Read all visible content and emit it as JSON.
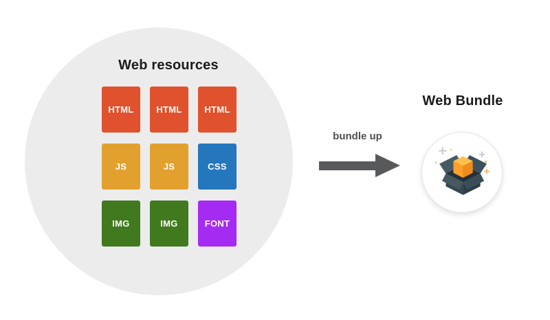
{
  "resources": {
    "title": "Web resources",
    "tiles": [
      {
        "label": "HTML",
        "color": "#e0522d"
      },
      {
        "label": "HTML",
        "color": "#e0522d"
      },
      {
        "label": "HTML",
        "color": "#e0522d"
      },
      {
        "label": "JS",
        "color": "#e2a12e"
      },
      {
        "label": "JS",
        "color": "#e2a12e"
      },
      {
        "label": "CSS",
        "color": "#2477bd"
      },
      {
        "label": "IMG",
        "color": "#41791f"
      },
      {
        "label": "IMG",
        "color": "#41791f"
      },
      {
        "label": "FONT",
        "color": "#a62bf2"
      }
    ]
  },
  "arrow": {
    "label": "bundle up",
    "color": "#58595b"
  },
  "bundle": {
    "title": "Web Bundle"
  }
}
